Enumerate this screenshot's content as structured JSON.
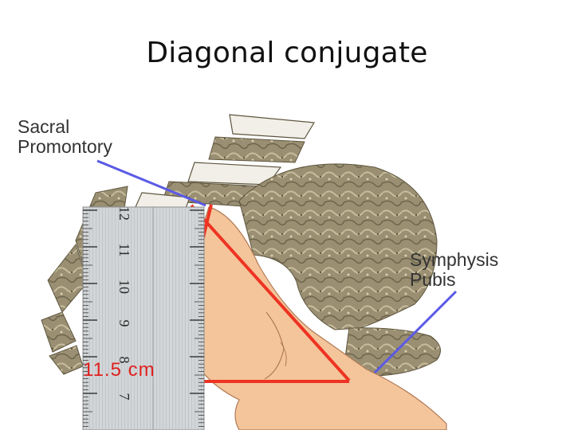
{
  "title": "Diagonal conjugate",
  "labels": {
    "sacral_line1": "Sacral",
    "sacral_line2": "Promontory",
    "symphysis_line1": "Symphysis",
    "symphysis_line2": "Pubis",
    "measurement": "11.5 cm"
  },
  "ruler_ticks": [
    "12",
    "11",
    "10",
    "9",
    "8",
    "7"
  ],
  "colors": {
    "bone": "#8a7f64",
    "bone_light": "#b8ac8a",
    "hand": "#f2c299",
    "hand_outline": "#b27a55",
    "measurement_line": "#ee3322",
    "pointer_line": "#5a5ae6",
    "ruler": "#cfd2d4"
  },
  "icons": [
    "pelvis-illustration",
    "hand-illustration",
    "ruler-illustration"
  ]
}
